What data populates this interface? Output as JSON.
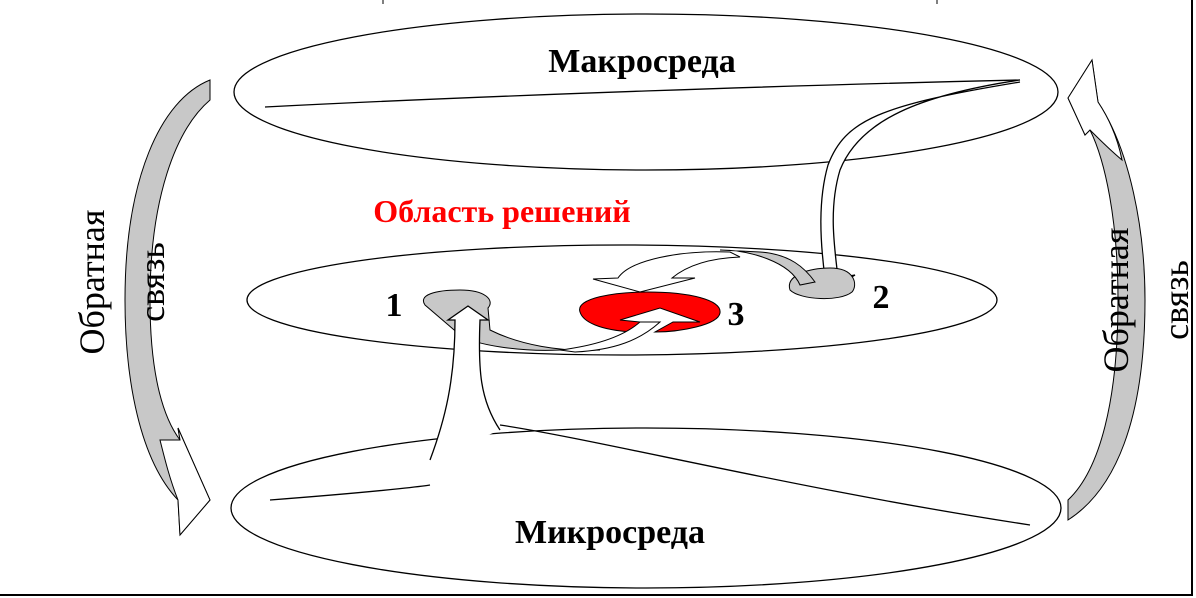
{
  "labels": {
    "macro": "Макросреда",
    "micro": "Микросреда",
    "decision_area": "Область решений",
    "node1": "1",
    "node2": "2",
    "node3": "3",
    "feedback_left_line1": "Обратная",
    "feedback_left_line2": "связь",
    "feedback_right_line1": "Обратная",
    "feedback_right_line2": "связь"
  },
  "colors": {
    "accent": "#ff0000",
    "arrow_gray": "#c8c8c8"
  }
}
